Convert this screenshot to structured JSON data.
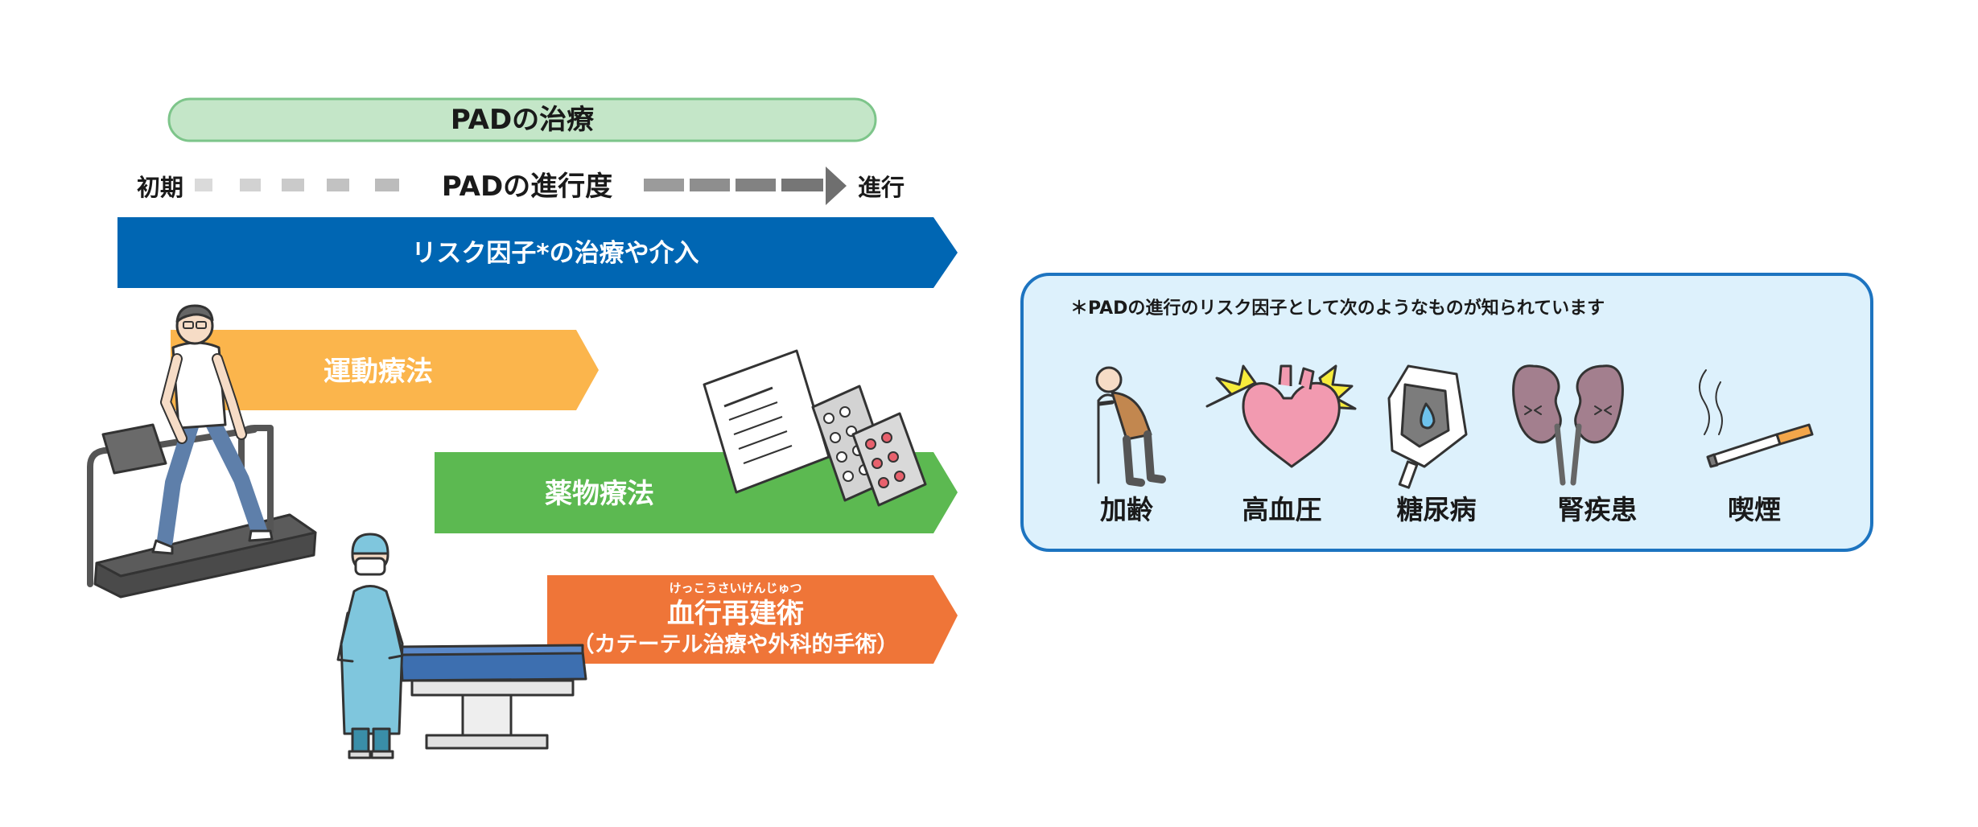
{
  "header": {
    "title": "PADの治療"
  },
  "progression": {
    "start_label": "初期",
    "center_label": "PADの進行度",
    "end_label": "進行"
  },
  "bars": {
    "risk": "リスク因子*の治療や介入",
    "exercise": "運動療法",
    "medication": "薬物療法",
    "revasc": {
      "furigana": "けっこうさいけんじゅつ",
      "title": "血行再建術",
      "subtitle": "（カテーテル治療や外科的手術）"
    }
  },
  "risk_panel": {
    "note": "＊PADの進行のリスク因子として次のようなものが知られています",
    "items": [
      {
        "label": "加齢",
        "icon": "elderly-person-icon"
      },
      {
        "label": "高血圧",
        "icon": "heart-icon"
      },
      {
        "label": "糖尿病",
        "icon": "glucose-meter-icon"
      },
      {
        "label": "腎疾患",
        "icon": "kidneys-icon"
      },
      {
        "label": "喫煙",
        "icon": "cigarette-icon"
      }
    ]
  },
  "colors": {
    "header_fill": "#c4e6c8",
    "header_stroke": "#7dc58a",
    "risk_bar": "#0066b3",
    "exercise_bar": "#fbb54c",
    "medication_bar": "#5cb951",
    "revasc_bar": "#ef7538",
    "panel_fill": "#ddf1fc",
    "panel_stroke": "#1d74c0"
  }
}
